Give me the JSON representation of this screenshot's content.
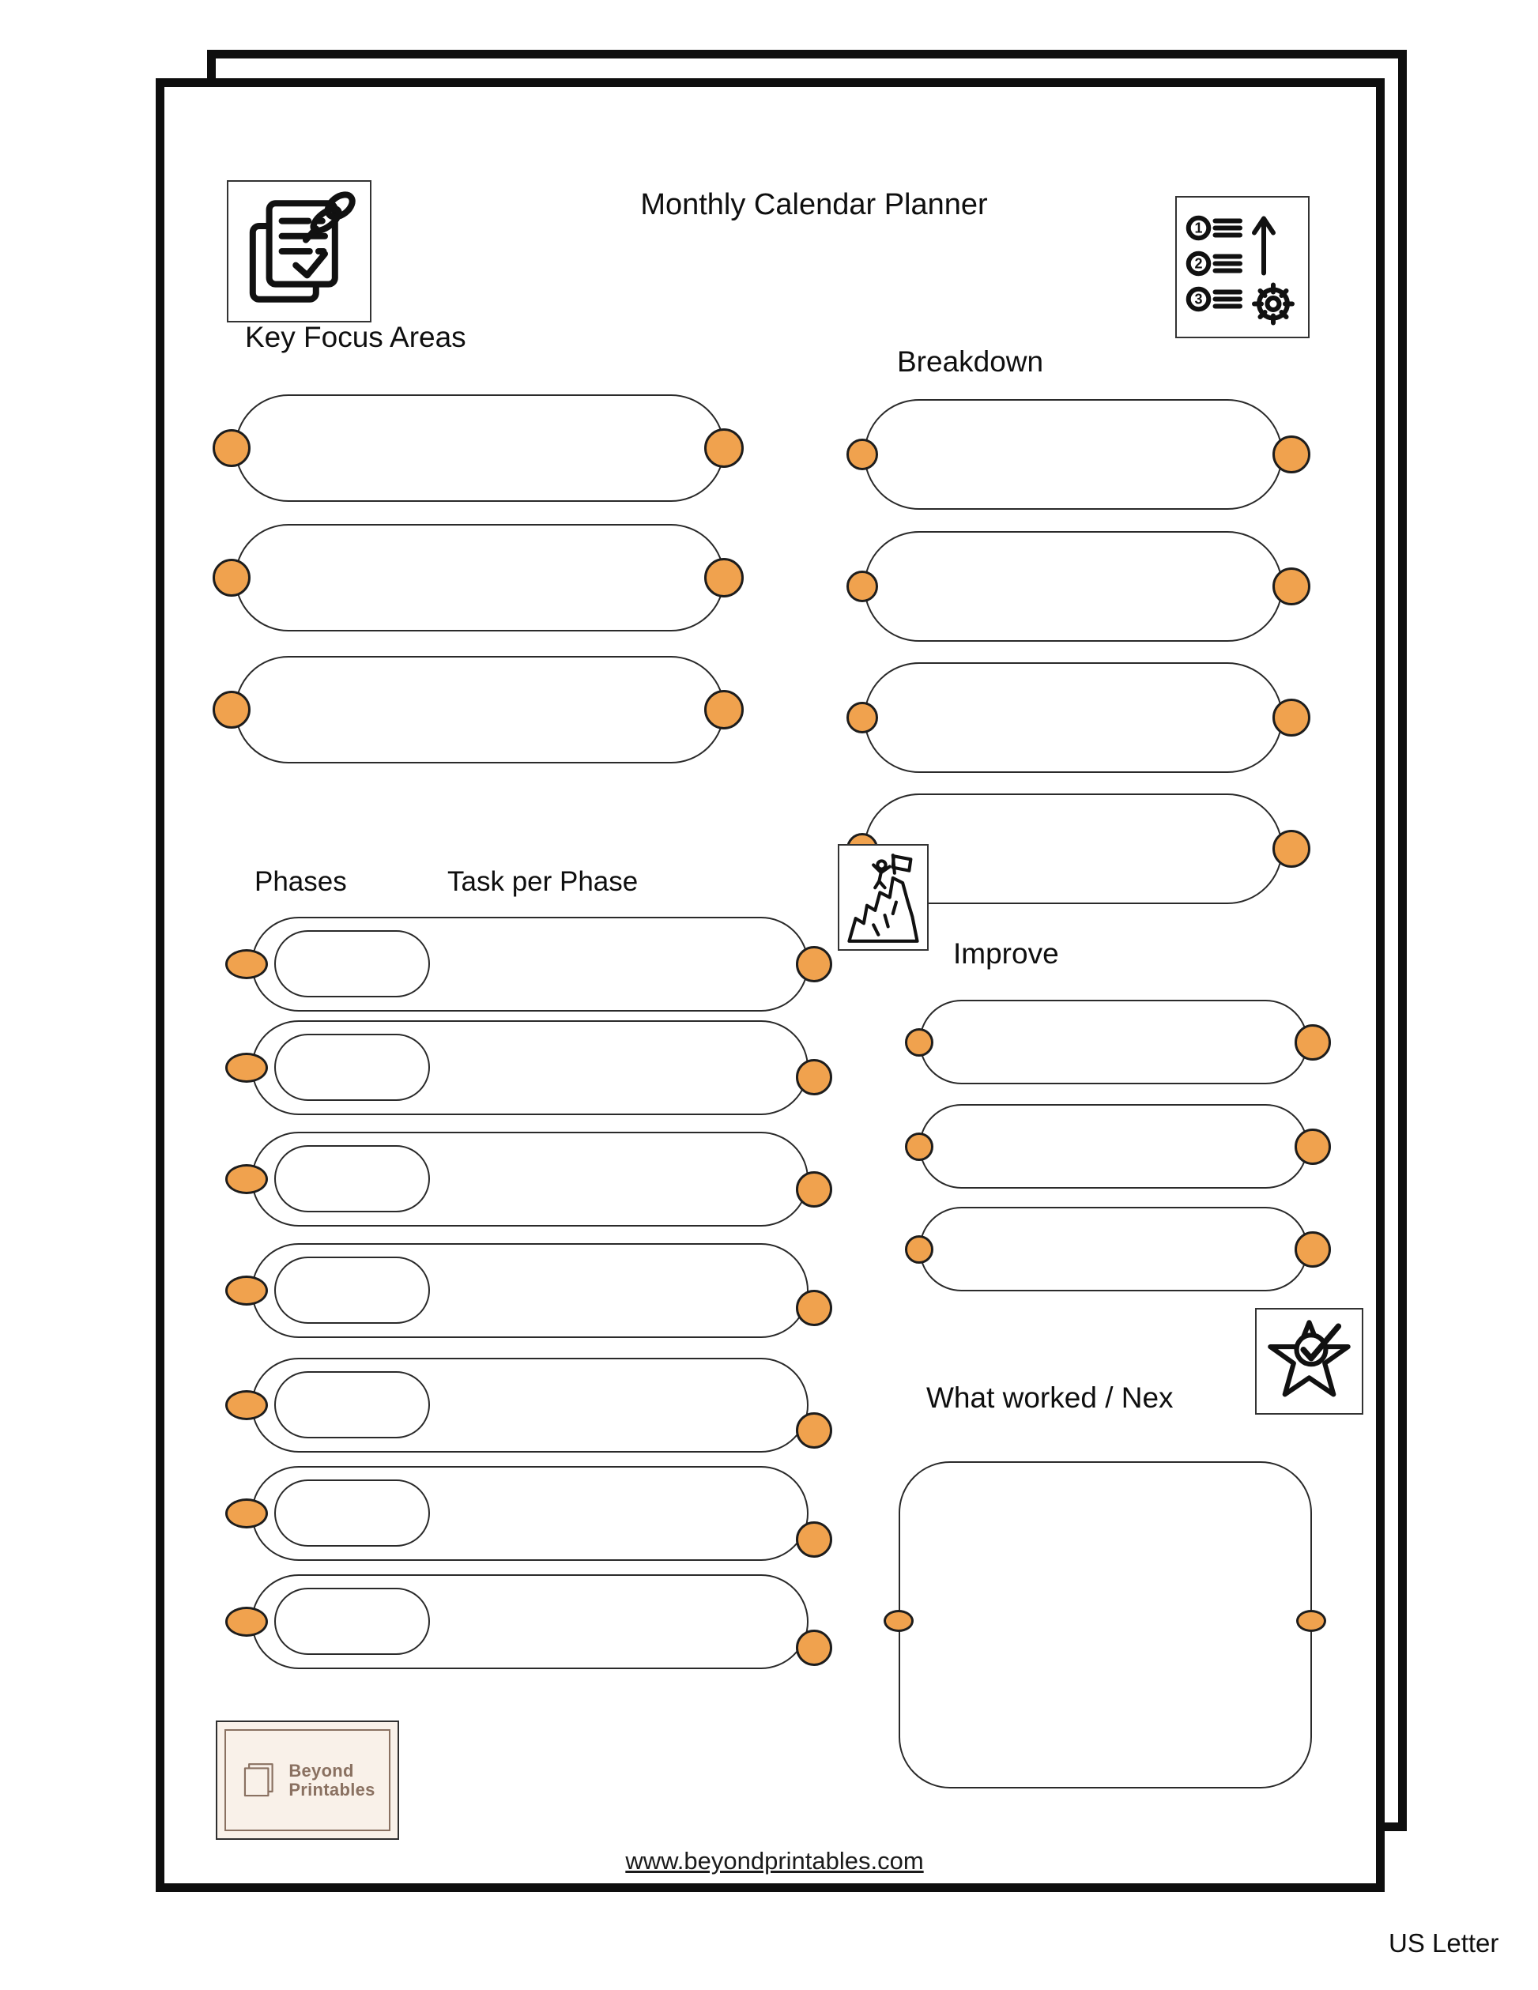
{
  "page": {
    "title": "Monthly Calendar Planner",
    "size_label": "US Letter",
    "footer_url": "www.beyondprintables.com"
  },
  "sections": {
    "key_focus": {
      "label": "Key Focus Areas",
      "rows": 3
    },
    "breakdown": {
      "label": "Breakdown",
      "rows": 4
    },
    "phases": {
      "label": "Phases",
      "task_label": "Task per Phase",
      "rows": 7
    },
    "improve": {
      "label": "Improve",
      "rows": 3
    },
    "what_worked": {
      "label": "What worked / Nex"
    }
  },
  "logo": {
    "line1": "Beyond",
    "line2": "Printables"
  },
  "icons": {
    "top_left": "pinned-notes-icon",
    "top_right": "numbered-list-gear-icon",
    "middle": "mountain-climb-icon",
    "bottom_right": "star-check-icon",
    "logo": "stacked-pages-icon"
  },
  "colors": {
    "accent_orange": "#F0A24E",
    "page_border": "#0E0E0E",
    "field_border": "#2A2A2A",
    "logo_brown": "#8A7161",
    "logo_background": "#F9F1E9"
  }
}
